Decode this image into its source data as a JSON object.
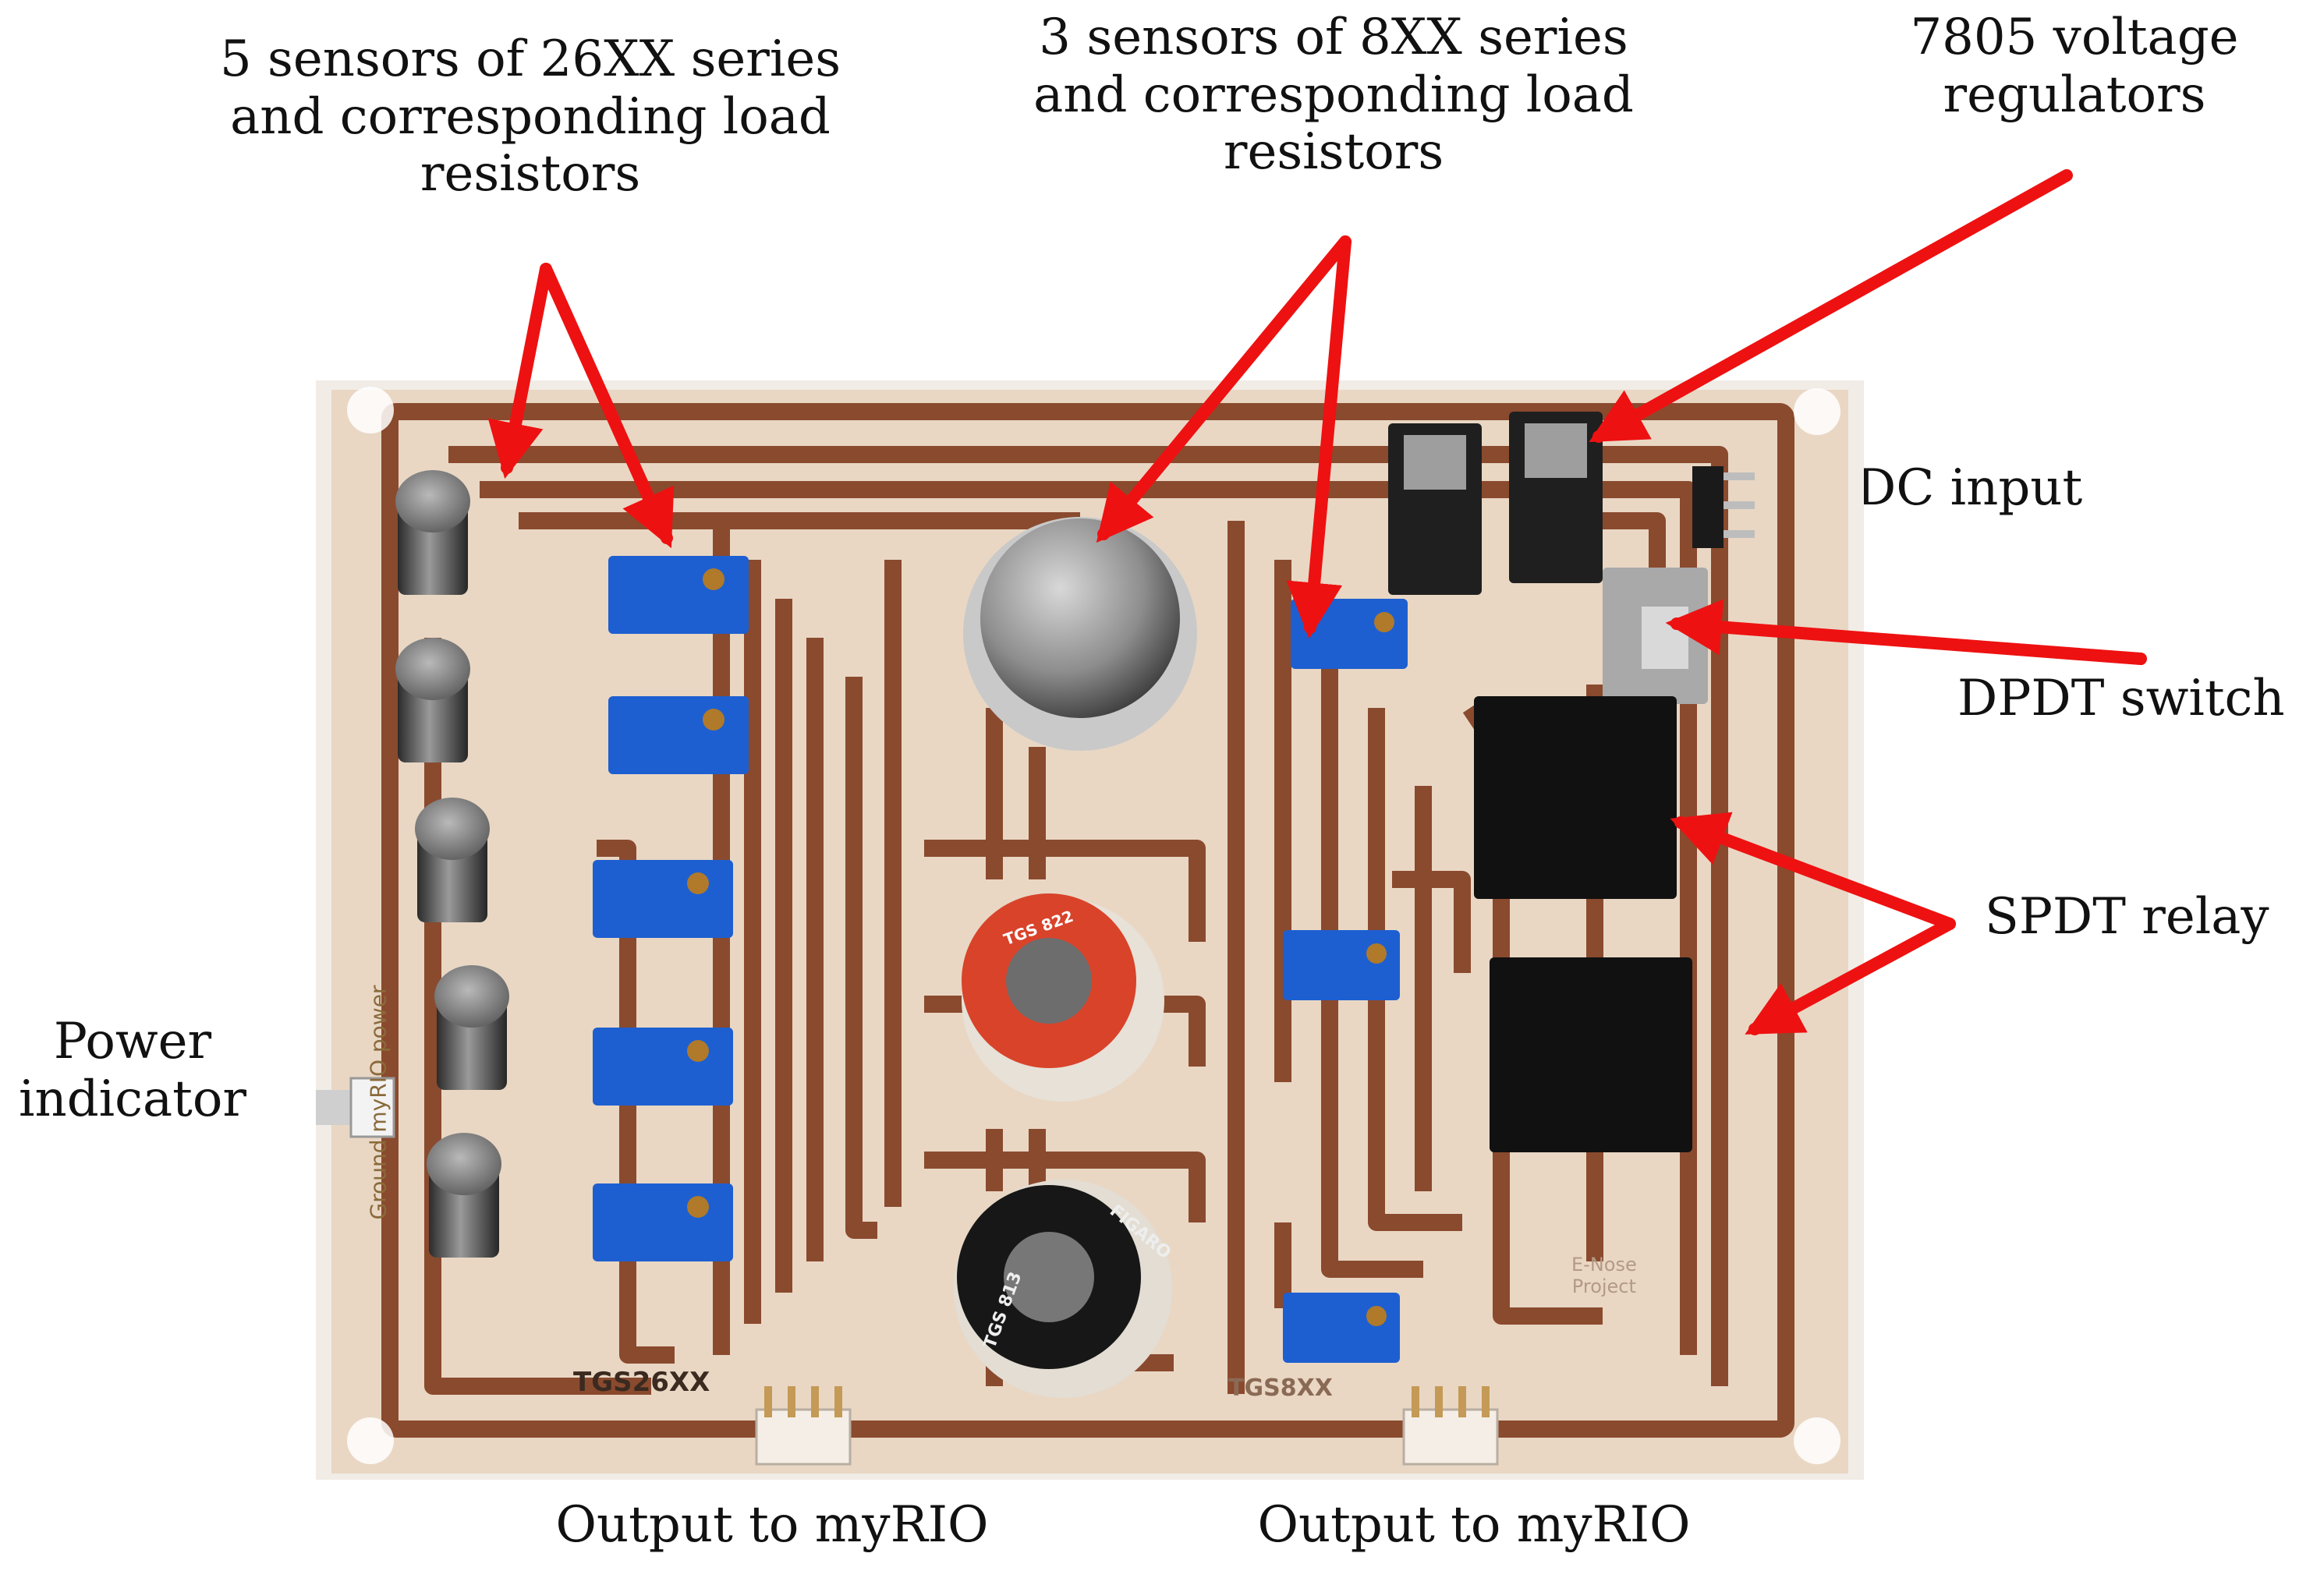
{
  "figure": {
    "labels": {
      "sensors_26xx": "5 sensors of 26XX series\nand corresponding load\nresistors",
      "sensors_8xx": "3 sensors of 8XX series\nand corresponding load\nresistors",
      "regulators": "7805 voltage\nregulators",
      "dc_input": "DC input",
      "dpdt_switch": "DPDT switch",
      "spdt_relay": "SPDT relay",
      "power_indicator": "Power\nindicator",
      "output_left": "Output to myRIO",
      "output_right": "Output to myRIO"
    },
    "board_text": {
      "tgs26xx": "TGS26XX",
      "tgs8xx": "TGS8XX",
      "ground_power": "Ground myRIO power",
      "enose": "E-Nose\nProject",
      "figaro": "FIGARO",
      "tgs813": "TGS 813",
      "tgs822": "TGS 822"
    },
    "colors": {
      "arrow": "#ee1111",
      "board": "#e9d7c4",
      "copper": "#8a4a2e",
      "trimmer": "#1d5fd0",
      "relay": "#111111"
    }
  }
}
